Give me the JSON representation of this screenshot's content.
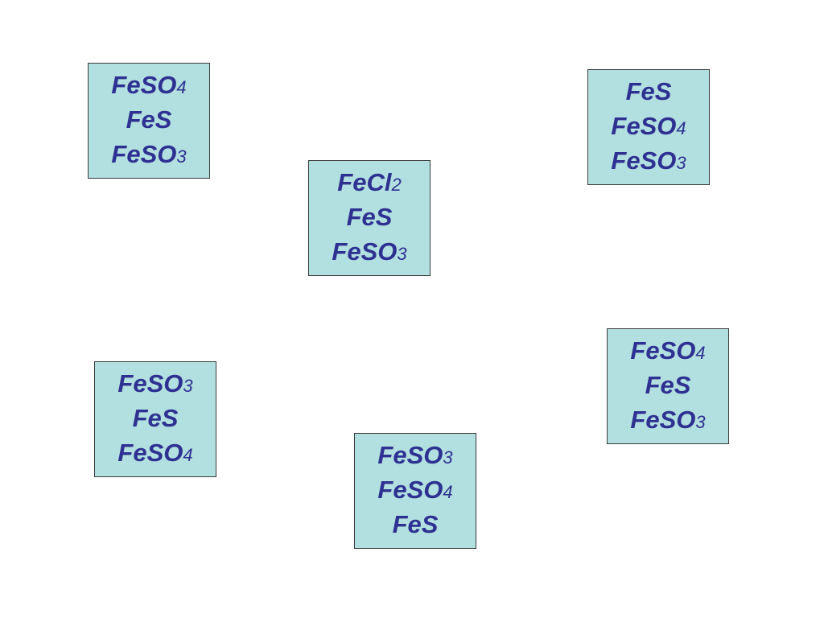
{
  "cards": [
    {
      "lines": [
        {
          "base": "FeSO",
          "sub": "4"
        },
        {
          "base": "FeS",
          "sub": ""
        },
        {
          "base": "FeSO",
          "sub": "3"
        }
      ]
    },
    {
      "lines": [
        {
          "base": "FeCl",
          "sub": "2"
        },
        {
          "base": "FeS",
          "sub": ""
        },
        {
          "base": "FeSO",
          "sub": "3"
        }
      ]
    },
    {
      "lines": [
        {
          "base": "FeS",
          "sub": ""
        },
        {
          "base": "FeSO",
          "sub": "4"
        },
        {
          "base": "FeSO",
          "sub": "3"
        }
      ]
    },
    {
      "lines": [
        {
          "base": "FeSO",
          "sub": "3"
        },
        {
          "base": "FeS",
          "sub": ""
        },
        {
          "base": "FeSO",
          "sub": "4"
        }
      ]
    },
    {
      "lines": [
        {
          "base": "FeSO",
          "sub": "3"
        },
        {
          "base": "FeSO",
          "sub": "4"
        },
        {
          "base": "FeS",
          "sub": ""
        }
      ]
    },
    {
      "lines": [
        {
          "base": "FeSO",
          "sub": "4"
        },
        {
          "base": "FeS",
          "sub": ""
        },
        {
          "base": "FeSO",
          "sub": "3"
        }
      ]
    }
  ],
  "colors": {
    "card_fill": "#b2dfdf",
    "text": "#2e3192"
  }
}
